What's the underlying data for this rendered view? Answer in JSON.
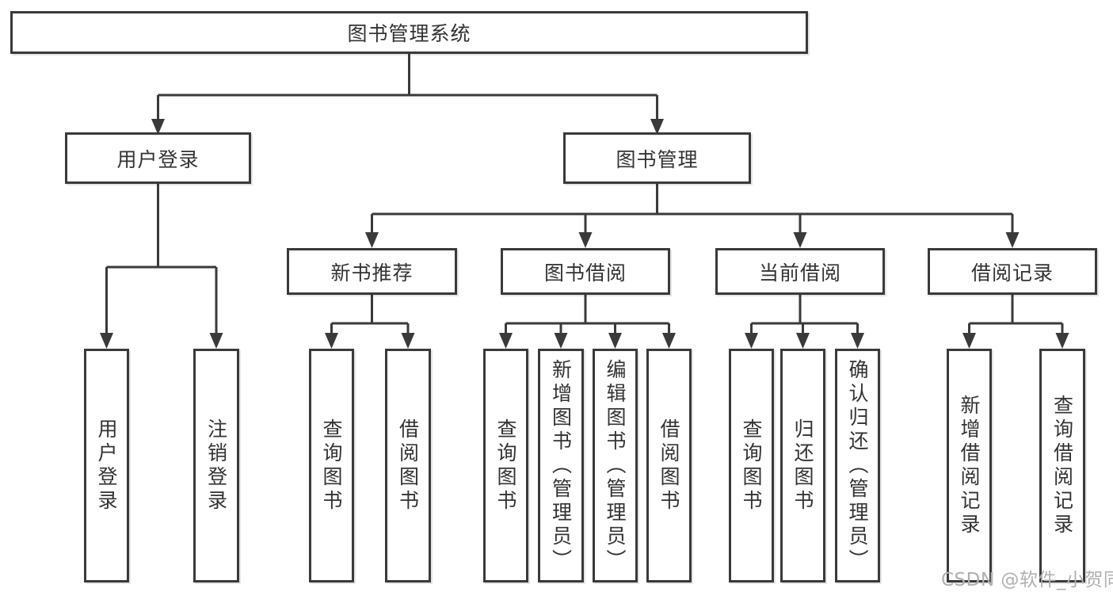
{
  "diagram": {
    "root": {
      "label": "图书管理系统"
    },
    "level2": [
      {
        "label": "用户登录"
      },
      {
        "label": "图书管理"
      }
    ],
    "level3": [
      {
        "label": "新书推荐"
      },
      {
        "label": "图书借阅"
      },
      {
        "label": "当前借阅"
      },
      {
        "label": "借阅记录"
      }
    ],
    "leaves": {
      "user_login": [
        "用户登录",
        "注销登录"
      ],
      "new_book": [
        "查询图书",
        "借阅图书"
      ],
      "book_borrow": [
        "查询图书",
        "新增图书（管理员）",
        "编辑图书（管理员）",
        "借阅图书"
      ],
      "current_borrow": [
        "查询图书",
        "归还图书",
        "确认归还（管理员）"
      ],
      "borrow_record": [
        "新增借阅记录",
        "查询借阅记录"
      ]
    }
  },
  "watermark": {
    "text": "CSDN @软件_小贺同学"
  },
  "colors": {
    "line": "#3a3a3a",
    "text": "#333333",
    "background": "#ffffff",
    "watermark": "#b0b0b0"
  }
}
